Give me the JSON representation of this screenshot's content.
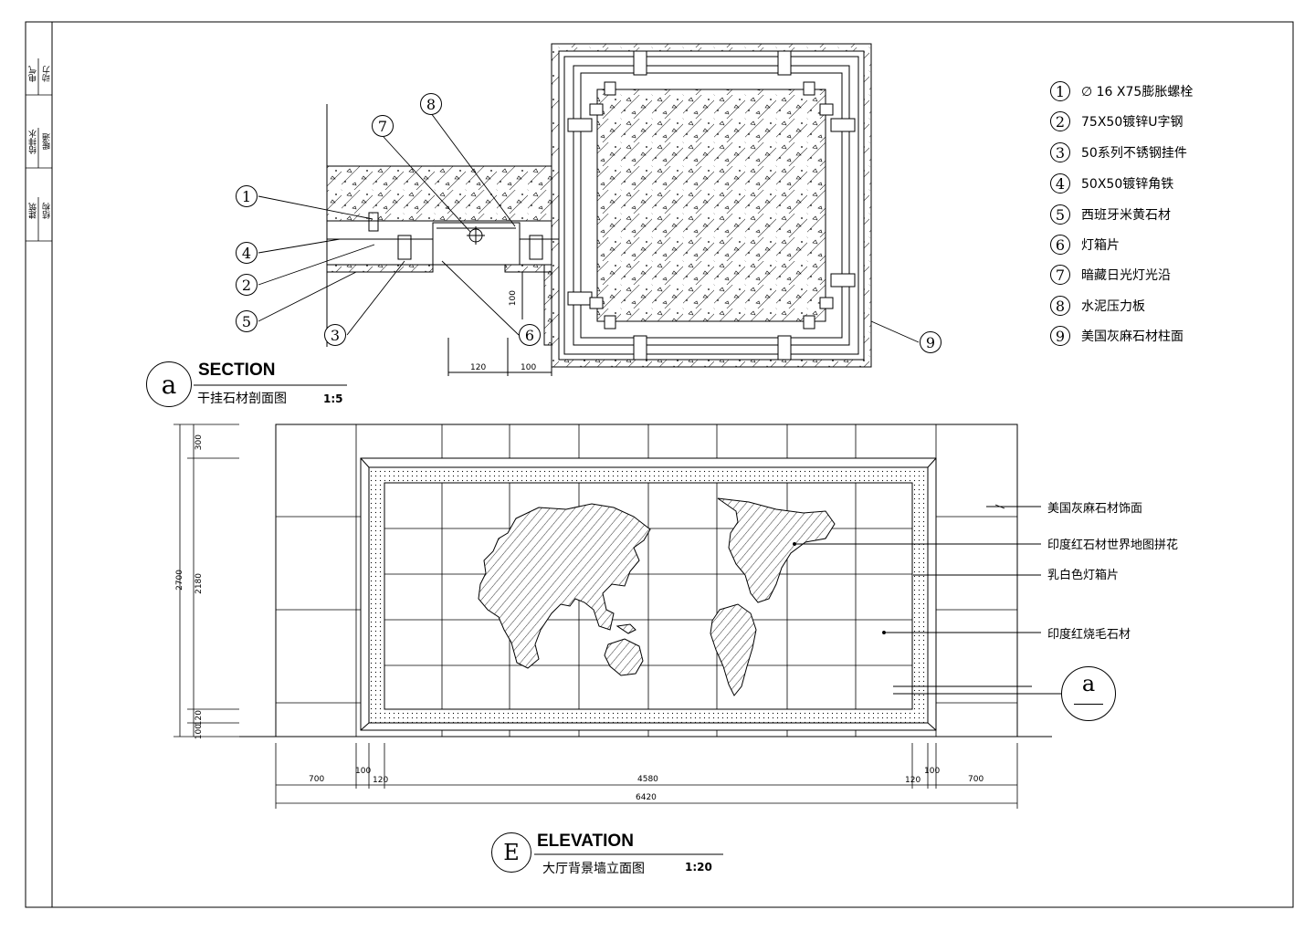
{
  "title_block": [
    "电气",
    "动力",
    "给排水",
    "暖通",
    "建筑",
    "结构"
  ],
  "section": {
    "tag": "a",
    "title_en": "SECTION",
    "title_cn": "干挂石材剖面图",
    "scale": "1:5",
    "dims": [
      "100",
      "120",
      "100"
    ],
    "callouts": [
      "1",
      "2",
      "3",
      "4",
      "5",
      "6",
      "7",
      "8",
      "9"
    ]
  },
  "legend": [
    {
      "num": "1",
      "text": "∅ 16 X75膨胀螺栓"
    },
    {
      "num": "2",
      "text": "75X50镀锌U字钢"
    },
    {
      "num": "3",
      "text": "50系列不锈钢挂件"
    },
    {
      "num": "4",
      "text": "50X50镀锌角铁"
    },
    {
      "num": "5",
      "text": "西班牙米黄石材"
    },
    {
      "num": "6",
      "text": "灯箱片"
    },
    {
      "num": "7",
      "text": "暗藏日光灯光沿"
    },
    {
      "num": "8",
      "text": "水泥压力板"
    },
    {
      "num": "9",
      "text": "美国灰麻石材柱面"
    }
  ],
  "elevation": {
    "tag": "E",
    "title_en": "ELEVATION",
    "title_cn": "大厅背景墙立面图",
    "scale": "1:20",
    "section_mark": "a",
    "labels": [
      "美国灰麻石材饰面",
      "印度红石材世界地图拼花",
      "乳白色灯箱片",
      "印度红烧毛石材"
    ],
    "dims_h": [
      "700",
      "100",
      "120",
      "4580",
      "120",
      "100",
      "700",
      "6420"
    ],
    "dims_v": [
      "300",
      "2700",
      "2180",
      "120",
      "100"
    ]
  },
  "colors": {
    "line": "#000000",
    "background": "#ffffff"
  }
}
